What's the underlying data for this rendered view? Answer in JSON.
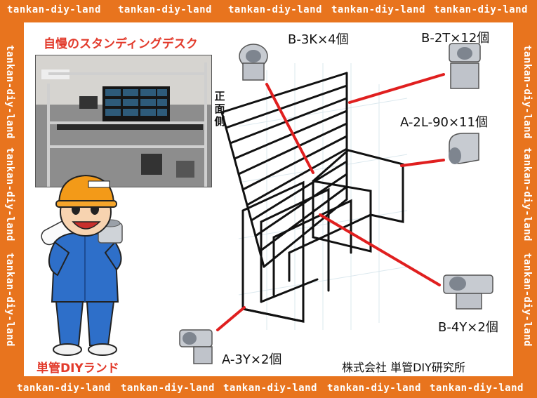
{
  "watermark": "tankan-diy-land",
  "photo_caption": "自慢のスタンディングデスク",
  "front_label": "正面側",
  "brand_name": "単管DIYランド",
  "company": "株式会社 単管DIY研究所",
  "parts": [
    {
      "code": "B-3K×4個"
    },
    {
      "code": "B-2T×12個"
    },
    {
      "code": "A-2L-90×11個"
    },
    {
      "code": "B-4Y×2個"
    },
    {
      "code": "A-3Y×2個"
    }
  ],
  "colors": {
    "frame": "#e8741e",
    "accent": "#e23a2b",
    "pipe": "#111111",
    "fitting": "#b9bdc3"
  }
}
